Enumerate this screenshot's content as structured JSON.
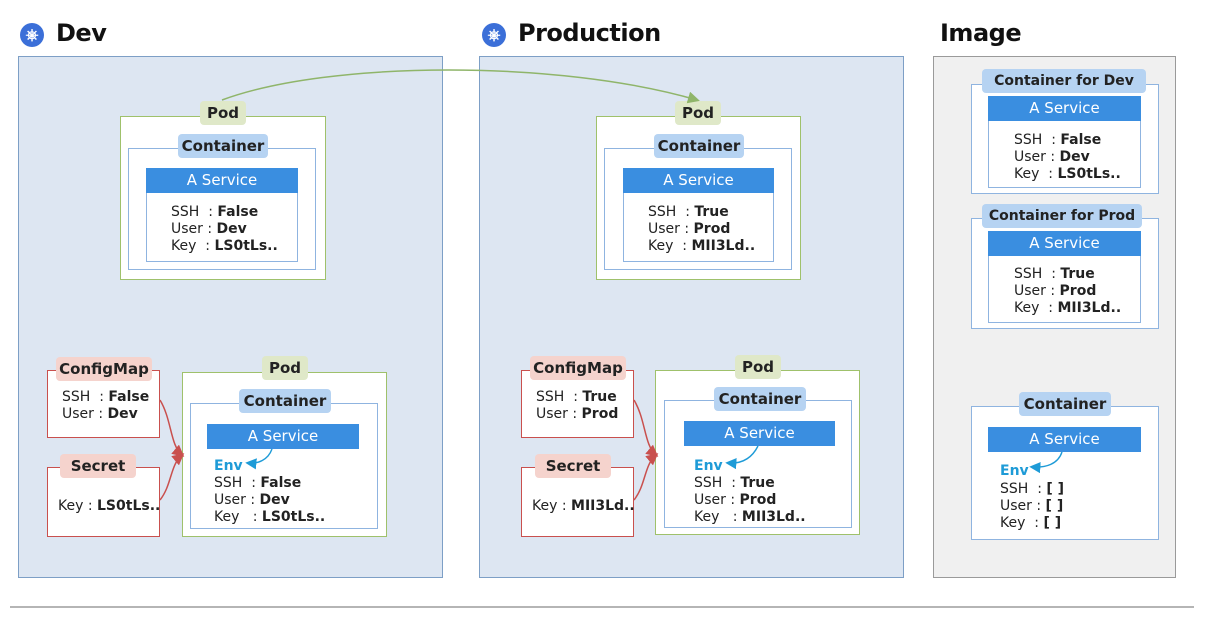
{
  "headers": {
    "dev": "Dev",
    "production": "Production",
    "image": "Image"
  },
  "icons": {
    "k8s_glyph": "⎈",
    "k8s_color": "#3b6fd8"
  },
  "dev": {
    "pod_label": "Pod",
    "container_label": "Container",
    "service_label": "A Service",
    "rows": [
      {
        "k": "SSH",
        "v": "False"
      },
      {
        "k": "User",
        "v": "Dev"
      },
      {
        "k": "Key",
        "v": "LS0tLs.."
      }
    ],
    "configmap_label": "ConfigMap",
    "configmap_rows": [
      {
        "k": "SSH",
        "v": "False"
      },
      {
        "k": "User",
        "v": "Dev"
      }
    ],
    "secret_label": "Secret",
    "secret_row": {
      "k": "Key",
      "v": "LS0tLs.."
    },
    "pod2_label": "Pod",
    "container2_label": "Container",
    "service2_label": "A Service",
    "env_label": "Env",
    "rows2": [
      {
        "k": "SSH",
        "v": "False"
      },
      {
        "k": "User",
        "v": "Dev"
      },
      {
        "k": "Key",
        "v": "LS0tLs.."
      }
    ]
  },
  "prod": {
    "pod_label": "Pod",
    "container_label": "Container",
    "service_label": "A Service",
    "rows": [
      {
        "k": "SSH",
        "v": "True"
      },
      {
        "k": "User",
        "v": "Prod"
      },
      {
        "k": "Key",
        "v": "MII3Ld.."
      }
    ],
    "configmap_label": "ConfigMap",
    "configmap_rows": [
      {
        "k": "SSH",
        "v": "True"
      },
      {
        "k": "User",
        "v": "Prod"
      }
    ],
    "secret_label": "Secret",
    "secret_row": {
      "k": "Key",
      "v": "MII3Ld.."
    },
    "pod2_label": "Pod",
    "container2_label": "Container",
    "service2_label": "A Service",
    "env_label": "Env",
    "rows2": [
      {
        "k": "SSH",
        "v": "True"
      },
      {
        "k": "User",
        "v": "Prod"
      },
      {
        "k": "Key",
        "v": "MII3Ld.."
      }
    ]
  },
  "image": {
    "dev_container_label": "Container for Dev",
    "dev_service_label": "A Service",
    "dev_rows": [
      {
        "k": "SSH",
        "v": "False"
      },
      {
        "k": "User",
        "v": "Dev"
      },
      {
        "k": "Key",
        "v": "LS0tLs.."
      }
    ],
    "prod_container_label": "Container for Prod",
    "prod_service_label": "A Service",
    "prod_rows": [
      {
        "k": "SSH",
        "v": "True"
      },
      {
        "k": "User",
        "v": "Prod"
      },
      {
        "k": "Key",
        "v": "MII3Ld.."
      }
    ],
    "container_label": "Container",
    "service_label": "A Service",
    "env_label": "Env",
    "rows": [
      {
        "k": "SSH",
        "v": "[      ]"
      },
      {
        "k": "User",
        "v": "[      ]"
      },
      {
        "k": "Key",
        "v": "[      ]"
      }
    ]
  }
}
